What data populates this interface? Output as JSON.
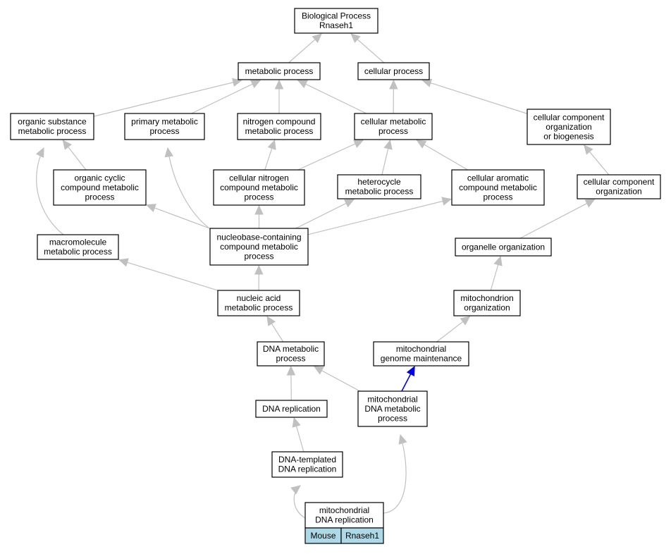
{
  "graph": {
    "root_nodes": [
      {
        "id": "bp",
        "lines": [
          "Biological Process",
          "Rnaseh1"
        ]
      }
    ],
    "nodes": [
      {
        "id": "bp",
        "lines": [
          "Biological Process",
          "Rnaseh1"
        ]
      },
      {
        "id": "metabolic",
        "lines": [
          "metabolic process"
        ]
      },
      {
        "id": "cellular",
        "lines": [
          "cellular process"
        ]
      },
      {
        "id": "organic_substance",
        "lines": [
          "organic substance",
          "metabolic process"
        ]
      },
      {
        "id": "primary_metabolic",
        "lines": [
          "primary metabolic",
          "process"
        ]
      },
      {
        "id": "nitrogen_compound",
        "lines": [
          "nitrogen compound",
          "metabolic process"
        ]
      },
      {
        "id": "cellular_metabolic",
        "lines": [
          "cellular metabolic",
          "process"
        ]
      },
      {
        "id": "ccob",
        "lines": [
          "cellular component",
          "organization",
          "or biogenesis"
        ]
      },
      {
        "id": "organic_cyclic",
        "lines": [
          "organic cyclic",
          "compound metabolic",
          "process"
        ]
      },
      {
        "id": "cellular_nitrogen",
        "lines": [
          "cellular nitrogen",
          "compound metabolic",
          "process"
        ]
      },
      {
        "id": "heterocycle",
        "lines": [
          "heterocycle",
          "metabolic process"
        ]
      },
      {
        "id": "cellular_aromatic",
        "lines": [
          "cellular aromatic",
          "compound metabolic",
          "process"
        ]
      },
      {
        "id": "cco",
        "lines": [
          "cellular component",
          "organization"
        ]
      },
      {
        "id": "macromolecule",
        "lines": [
          "macromolecule",
          "metabolic process"
        ]
      },
      {
        "id": "nucleobase",
        "lines": [
          "nucleobase-containing",
          "compound metabolic",
          "process"
        ]
      },
      {
        "id": "organelle",
        "lines": [
          "organelle organization"
        ]
      },
      {
        "id": "nucleic_acid",
        "lines": [
          "nucleic acid",
          "metabolic process"
        ]
      },
      {
        "id": "mito_org",
        "lines": [
          "mitochondrion",
          "organization"
        ]
      },
      {
        "id": "dna_metabolic",
        "lines": [
          "DNA metabolic",
          "process"
        ]
      },
      {
        "id": "mito_genome",
        "lines": [
          "mitochondrial",
          "genome maintenance"
        ]
      },
      {
        "id": "dna_replication",
        "lines": [
          "DNA replication"
        ]
      },
      {
        "id": "mito_dna_metabolic",
        "lines": [
          "mitochondrial",
          "DNA metabolic",
          "process"
        ]
      },
      {
        "id": "dna_templated",
        "lines": [
          "DNA-templated",
          "DNA replication"
        ]
      },
      {
        "id": "mito_dna_replication",
        "lines": [
          "mitochondrial",
          "DNA replication"
        ]
      }
    ],
    "edges": [
      {
        "from": "metabolic",
        "to": "bp",
        "highlight": false
      },
      {
        "from": "cellular",
        "to": "bp",
        "highlight": false
      },
      {
        "from": "organic_substance",
        "to": "metabolic",
        "highlight": false
      },
      {
        "from": "primary_metabolic",
        "to": "metabolic",
        "highlight": false
      },
      {
        "from": "nitrogen_compound",
        "to": "metabolic",
        "highlight": false
      },
      {
        "from": "cellular_metabolic",
        "to": "metabolic",
        "highlight": false
      },
      {
        "from": "cellular_metabolic",
        "to": "cellular",
        "highlight": false
      },
      {
        "from": "ccob",
        "to": "cellular",
        "highlight": false
      },
      {
        "from": "organic_cyclic",
        "to": "organic_substance",
        "highlight": false
      },
      {
        "from": "cellular_nitrogen",
        "to": "nitrogen_compound",
        "highlight": false
      },
      {
        "from": "cellular_nitrogen",
        "to": "cellular_metabolic",
        "highlight": false
      },
      {
        "from": "heterocycle",
        "to": "cellular_metabolic",
        "highlight": false
      },
      {
        "from": "cellular_aromatic",
        "to": "cellular_metabolic",
        "highlight": false
      },
      {
        "from": "cco",
        "to": "ccob",
        "highlight": false
      },
      {
        "from": "macromolecule",
        "to": "organic_substance",
        "highlight": false
      },
      {
        "from": "nucleobase",
        "to": "organic_cyclic",
        "highlight": false
      },
      {
        "from": "nucleobase",
        "to": "primary_metabolic",
        "highlight": false
      },
      {
        "from": "nucleobase",
        "to": "cellular_nitrogen",
        "highlight": false
      },
      {
        "from": "nucleobase",
        "to": "heterocycle",
        "highlight": false
      },
      {
        "from": "nucleobase",
        "to": "cellular_aromatic",
        "highlight": false
      },
      {
        "from": "organelle",
        "to": "cco",
        "highlight": false
      },
      {
        "from": "nucleic_acid",
        "to": "macromolecule",
        "highlight": false
      },
      {
        "from": "nucleic_acid",
        "to": "nucleobase",
        "highlight": false
      },
      {
        "from": "mito_org",
        "to": "organelle",
        "highlight": false
      },
      {
        "from": "dna_metabolic",
        "to": "nucleic_acid",
        "highlight": false
      },
      {
        "from": "mito_genome",
        "to": "mito_org",
        "highlight": false
      },
      {
        "from": "dna_replication",
        "to": "dna_metabolic",
        "highlight": false
      },
      {
        "from": "mito_dna_metabolic",
        "to": "dna_metabolic",
        "highlight": false
      },
      {
        "from": "mito_dna_metabolic",
        "to": "mito_genome",
        "highlight": true
      },
      {
        "from": "dna_templated",
        "to": "dna_replication",
        "highlight": false
      },
      {
        "from": "mito_dna_replication",
        "to": "dna_templated",
        "highlight": false
      },
      {
        "from": "mito_dna_replication",
        "to": "mito_dna_metabolic",
        "highlight": false
      }
    ],
    "leaf_tags": {
      "node": "mito_dna_replication",
      "organism": "Mouse",
      "gene": "Rnaseh1"
    }
  },
  "colors": {
    "edge": "#c0c0c0",
    "highlight_edge": "#0000ee",
    "tag_fill": "#add8e6",
    "node_border": "#000000"
  }
}
